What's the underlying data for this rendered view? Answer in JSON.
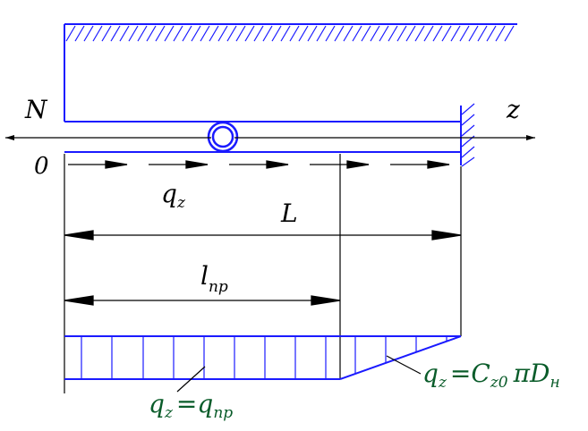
{
  "labels": {
    "force": "N",
    "axis": "z",
    "origin": "0",
    "load": "q",
    "load_sub": "z",
    "length": "L",
    "length_np": "l",
    "length_np_sub": "np"
  },
  "formulas": {
    "left": {
      "lhs": "q",
      "lhs_sub": "z",
      "eq": "=",
      "rhs": "q",
      "rhs_sub": "np"
    },
    "right": {
      "lhs": "q",
      "lhs_sub": "z",
      "eq": "=",
      "c": "C",
      "c_sub": "z0",
      "pi": "π",
      "d": "D",
      "d_sub": "н"
    }
  },
  "colors": {
    "structure": "#1a1aff",
    "dimension": "#000000",
    "formula": "#0a5c2a"
  }
}
